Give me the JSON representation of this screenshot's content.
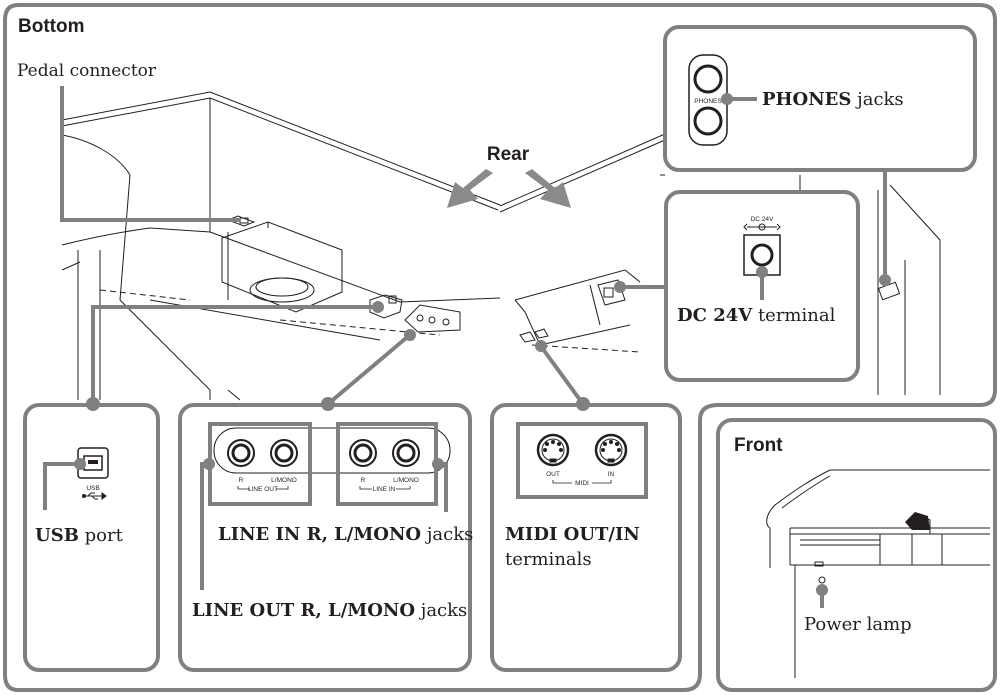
{
  "sections": {
    "bottom": "Bottom",
    "front": "Front",
    "rear": "Rear"
  },
  "callouts": {
    "pedal": "Pedal connector",
    "phones_bold": "PHONES",
    "phones_rest": " jacks",
    "dc_bold": "DC 24V",
    "dc_rest": " terminal",
    "usb_bold": "USB",
    "usb_rest": " port",
    "line_in_bold": "LINE IN R, L/MONO",
    "line_in_rest": " jacks",
    "line_out_bold": "LINE OUT R, L/MONO",
    "line_out_rest": " jacks",
    "midi_bold": "MIDI OUT/IN",
    "midi_rest": "terminals",
    "power_lamp": "Power lamp"
  },
  "panel_labels": {
    "phones": "PHONES",
    "dc": "DC 24V",
    "usb": "USB",
    "r": "R",
    "lmono": "L/MONO",
    "line_out": "LINE OUT",
    "line_in": "LINE IN",
    "midi_out": "OUT",
    "midi_in": "IN",
    "midi": "MIDI"
  },
  "colors": {
    "frame": "#808080",
    "ink": "#231f20",
    "gray": "#707070"
  }
}
